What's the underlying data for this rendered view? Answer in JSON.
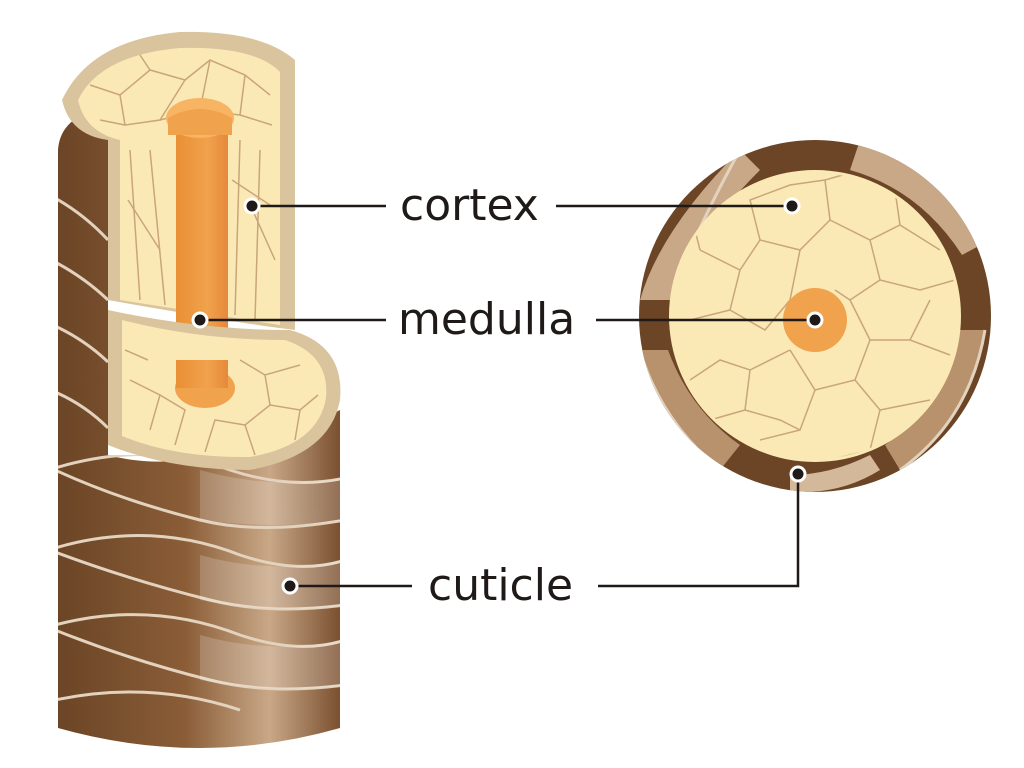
{
  "labels": {
    "cortex": "cortex",
    "medulla": "medulla",
    "cuticle": "cuticle"
  },
  "colors": {
    "cuticle_dark": "#6b4526",
    "cuticle_light": "#c9a887",
    "cuticle_edge": "#e3d2bd",
    "cortex_fill": "#fbe9b5",
    "cortex_cell_line": "#c9a57a",
    "cortex_rim": "#d9c49e",
    "medulla_fill": "#f1a24c",
    "medulla_light": "#f7c078",
    "leader_line": "#1f1a17"
  }
}
